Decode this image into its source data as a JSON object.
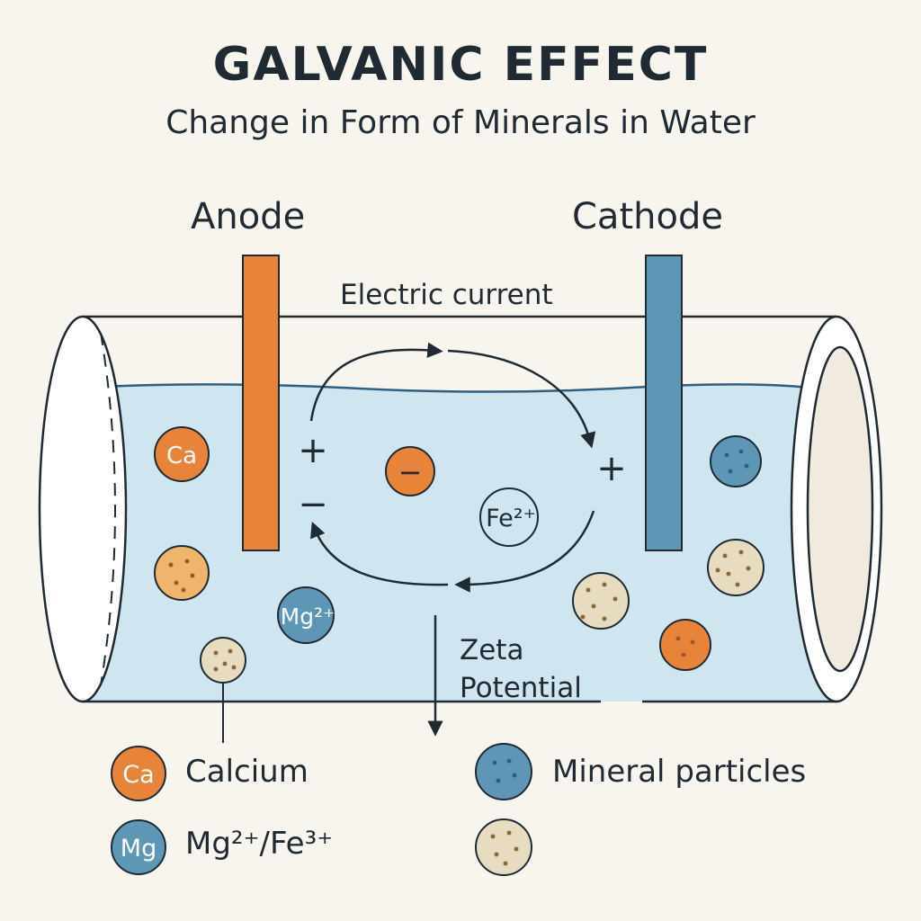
{
  "header": {
    "title": "GALVANIC EFFECT",
    "subtitle": "Change in Form of Minerals in Water"
  },
  "electrodes": {
    "anode_label": "Anode",
    "cathode_label": "Cathode",
    "anode_color": "#e8843a",
    "cathode_color": "#5d97b5"
  },
  "flow": {
    "current_label": "Electric current",
    "zeta_label_line1": "Zeta",
    "zeta_label_line2": "Potential"
  },
  "charges": {
    "plus": "+",
    "minus": "−"
  },
  "particles": {
    "ca": "Ca",
    "negative_ion": "−",
    "fe": "Fe²⁺",
    "mg": "Mg²⁺"
  },
  "legend": {
    "ca_badge": "Ca",
    "ca_label": "Calcium",
    "mg_badge": "Mg",
    "mg_label": "Mg²⁺/Fe³⁺",
    "mineral_label": "Mineral particles"
  },
  "colors": {
    "water": "#cfe5ef",
    "orange": "#e8843a",
    "blue": "#5d97b5",
    "light_orange": "#f0b56c",
    "beige": "#e7dbc0",
    "ink": "#1f2a33"
  }
}
